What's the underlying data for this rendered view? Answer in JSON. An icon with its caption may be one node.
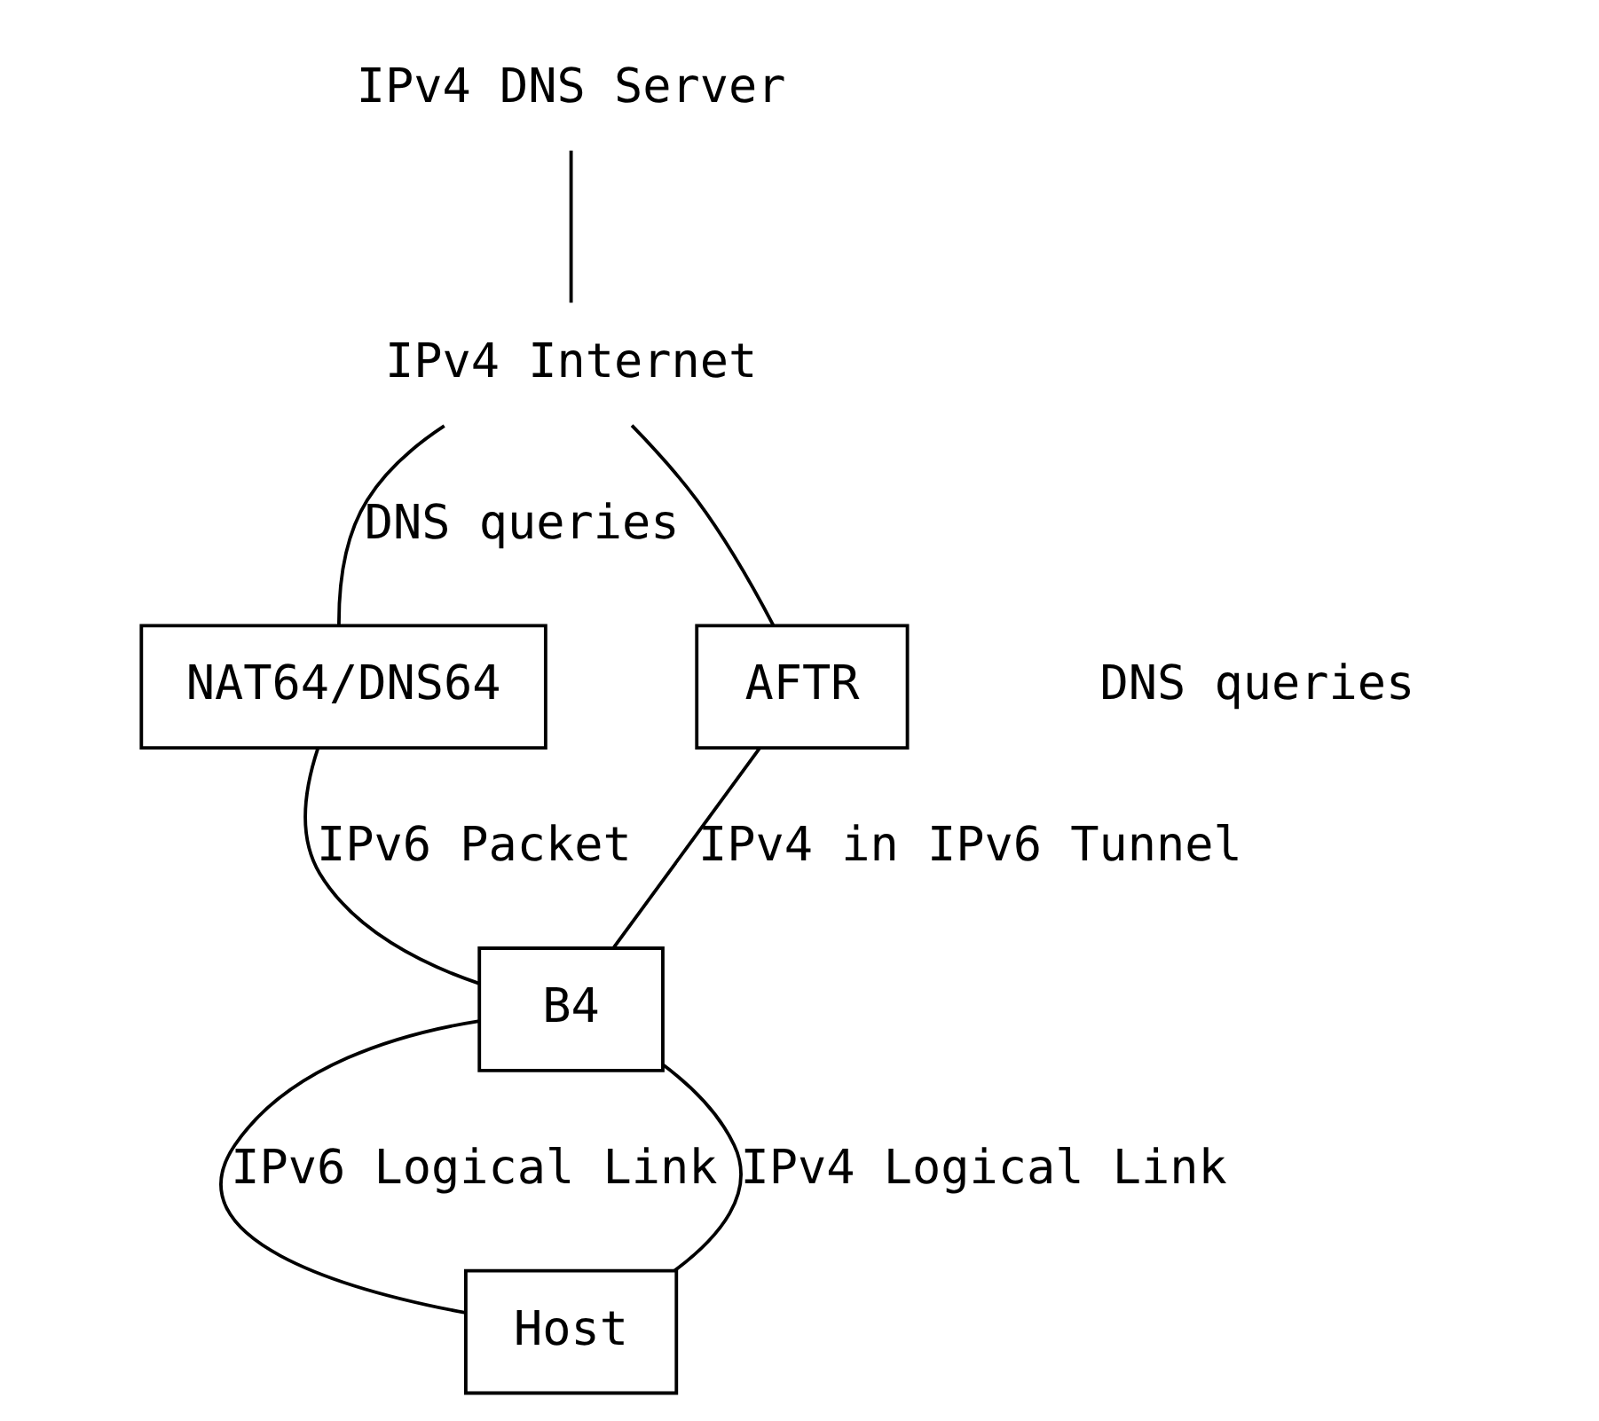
{
  "diagram": {
    "nodes": [
      {
        "text": [
          "IPv4 DNS Server"
        ]
      },
      {
        "text": [
          "IPv4 Internet"
        ]
      },
      {
        "text": [
          "NAT64/DNS64"
        ]
      },
      {
        "text": [
          "AFTR"
        ]
      },
      {
        "text": [
          "B4"
        ]
      },
      {
        "text": [
          "Host"
        ]
      }
    ],
    "edges": [
      {
        "from": 0,
        "to": 1,
        "arrow": "none"
      },
      {
        "from": 1,
        "to": 2,
        "arrow": "none",
        "label": "DNS queries"
      },
      {
        "from": 1,
        "to": 3,
        "arrow": "none"
      },
      {
        "from": 2,
        "to": 4,
        "arrow": "none",
        "label": "IPv6 Packet"
      },
      {
        "from": 3,
        "to": 4,
        "arrow": "none",
        "label": "IPv4 in IPv6 Tunnel"
      },
      {
        "from": 4,
        "to": 5,
        "arrow": "none",
        "label": "IPv6 Logical Link"
      },
      {
        "from": 4,
        "to": 5,
        "arrow": "none",
        "label": "IPv4 Logical Link"
      }
    ],
    "labels": [
      "DNS queries"
    ]
  }
}
